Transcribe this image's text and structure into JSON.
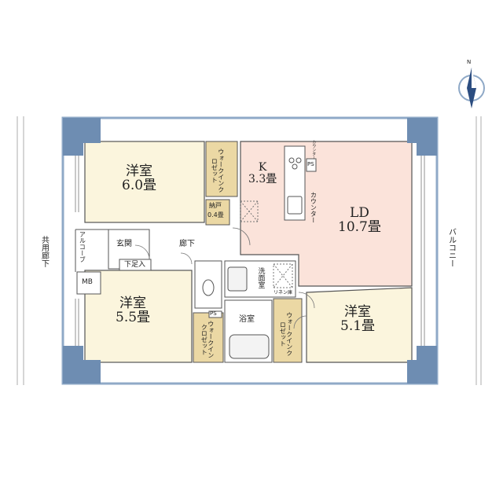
{
  "colors": {
    "western_room": "#fbf5dd",
    "ld_room": "#fbe3da",
    "closet": "#ebd8a4",
    "column": "#6e8db2",
    "wall": "#8fa9c7",
    "line": "#555555",
    "floor": "#ffffff",
    "compass_accent": "#2c4d80"
  },
  "compass": {
    "letter": "N",
    "icon": "compass-rose-icon"
  },
  "outside": {
    "corridor": "共用廊下",
    "balcony": "バルコニー"
  },
  "rooms": {
    "western_top": {
      "name": "洋室",
      "size": "6.0畳"
    },
    "western_left": {
      "name": "洋室",
      "size": "5.5畳"
    },
    "western_right": {
      "name": "洋室",
      "size": "5.1畳"
    },
    "kitchen": {
      "name": "K",
      "size": "3.3畳"
    },
    "ld": {
      "name": "LD",
      "size": "10.7畳"
    }
  },
  "labels": {
    "wic_top": "ウォークインクロゼット",
    "wic_bottom_left": "ウォークインクロゼット",
    "wic_bottom_mid": "ウォークインクロゼット",
    "storage_name": "納戸",
    "storage_size": "0.4畳",
    "entrance": "玄関",
    "shoe_box": "下足入",
    "hallway": "廊下",
    "alcove": "アルコーブ",
    "mb": "MB",
    "washroom": "洗面室",
    "bathroom": "浴室",
    "linen": "リネン庫",
    "ps_top": "PS",
    "ps_bottom": "PS",
    "counter_top": "カウンター",
    "counter_side": "カウンター"
  }
}
